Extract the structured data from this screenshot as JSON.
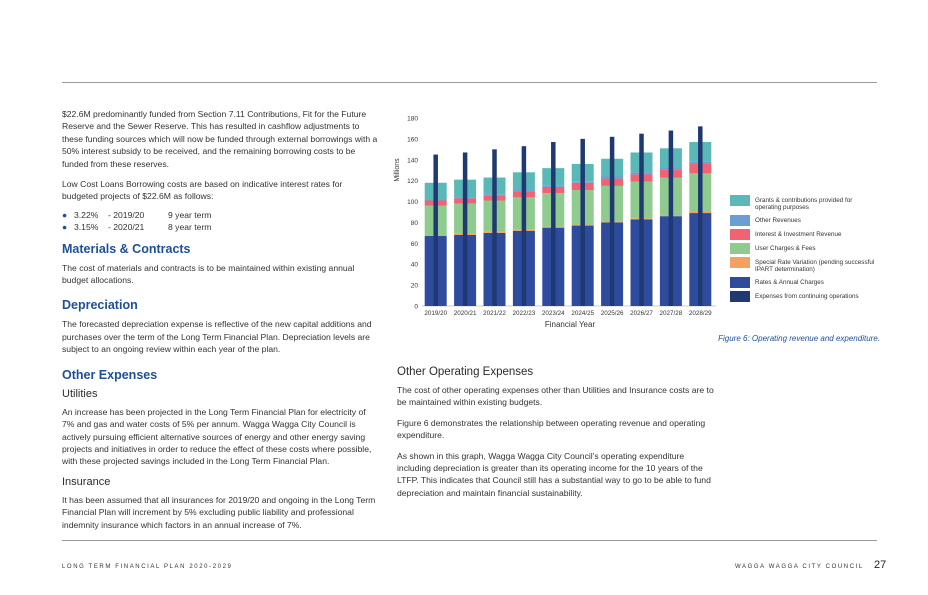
{
  "intro": {
    "para1": "$22.6M predominantly funded from Section 7.11 Contributions, Fit for the Future Reserve and the Sewer Reserve. This has resulted in cashflow adjustments to these funding sources which will now be funded through external borrowings with a 50% interest subsidy to be received, and the remaining borrowing costs to be funded from these reserves.",
    "para2": "Low Cost Loans Borrowing costs are based on indicative interest rates for budgeted projects of $22.6M as follows:",
    "rates": [
      {
        "rate": "3.22%",
        "period": "- 2019/20",
        "term": "9 year term"
      },
      {
        "rate": "3.15%",
        "period": "- 2020/21",
        "term": "8 year term"
      }
    ]
  },
  "materials": {
    "heading": "Materials & Contracts",
    "text": "The cost of materials and contracts is to be maintained within existing annual budget allocations."
  },
  "depreciation": {
    "heading": "Depreciation",
    "text": "The forecasted depreciation expense is reflective of the new capital additions and purchases over the term of the Long Term Financial Plan. Depreciation levels are subject to an ongoing review within each year of the plan."
  },
  "other_expenses": {
    "heading": "Other Expenses",
    "utilities_heading": "Utilities",
    "utilities_text": "An increase has been projected in the Long Term Financial Plan for electricity of 7% and gas and water costs of 5% per annum. Wagga Wagga City Council is actively pursuing efficient alternative sources of energy and other energy saving projects and initiatives in order to reduce the effect of these costs where possible, with these projected savings included in the Long Term Financial Plan.",
    "insurance_heading": "Insurance",
    "insurance_text": "It has been assumed that all insurances for 2019/20 and ongoing in the Long Term Financial Plan will increment by 5% excluding public liability and professional indemnity insurance which factors in an annual increase of 7%."
  },
  "other_operating": {
    "heading": "Other Operating Expenses",
    "para1": "The cost of other operating expenses other than Utilities and Insurance costs are to be maintained within existing budgets.",
    "para2": "Figure 6 demonstrates the relationship between operating revenue and operating expenditure.",
    "para3": "As shown in this graph, Wagga Wagga City Council's operating expenditure including depreciation is greater than its operating income for the 10 years of the LTFP. This indicates that Council still has a substantial way to go to be able to fund depreciation and maintain financial sustainability."
  },
  "caption": "Figure 6: Operating revenue and expenditure.",
  "footer": {
    "left": "LONG TERM FINANCIAL PLAN 2020-2029",
    "right": "WAGGA WAGGA CITY COUNCIL",
    "page": "27"
  },
  "chart_data": {
    "type": "bar",
    "ylabel": "Millions",
    "xlabel": "Financial Year",
    "ylim": [
      0,
      180
    ],
    "yticks": [
      0,
      20,
      40,
      60,
      80,
      100,
      120,
      140,
      160,
      180
    ],
    "grid": false,
    "legend_position": "right",
    "categories": [
      "2019/20",
      "2020/21",
      "2021/22",
      "2022/23",
      "2023/24",
      "2024/25",
      "2025/26",
      "2026/27",
      "2027/28",
      "2028/29"
    ],
    "revenue_series": [
      {
        "name": "Rates & Annual Charges",
        "color": "#2f4b9e",
        "values": [
          67,
          68,
          70,
          72,
          75,
          77,
          80,
          83,
          86,
          89
        ]
      },
      {
        "name": "Special Rate Variation (pending successful IPART determination)",
        "color": "#f3a060",
        "values": [
          1,
          1,
          1,
          1,
          1,
          1,
          1,
          1,
          1,
          1
        ]
      },
      {
        "name": "User Charges & Fees",
        "color": "#8fcb8f",
        "values": [
          28,
          29,
          30,
          31,
          32,
          33,
          34,
          35,
          36,
          37
        ]
      },
      {
        "name": "Interest & Investment Revenue",
        "color": "#ef6374",
        "values": [
          5,
          5,
          5,
          6,
          6,
          7,
          7,
          7,
          8,
          9
        ]
      },
      {
        "name": "Other Revenues",
        "color": "#6a9fd4",
        "values": [
          1,
          1,
          1,
          1,
          1,
          1,
          2,
          2,
          2,
          2
        ]
      },
      {
        "name": "Grants & contributions provided for operating purposes",
        "color": "#5bb8b8",
        "values": [
          16,
          17,
          16,
          17,
          17,
          17,
          17,
          19,
          18,
          19
        ]
      }
    ],
    "expense_series": {
      "name": "Expenses from continuing operations",
      "color": "#1f3a70",
      "values": [
        145,
        147,
        150,
        153,
        157,
        160,
        162,
        165,
        168,
        172
      ]
    },
    "legend_order": [
      "Grants & contributions provided for operating purposes",
      "Other Revenues",
      "Interest & Investment Revenue",
      "User Charges & Fees",
      "Special Rate Variation (pending successful IPART determination)",
      "Rates & Annual Charges",
      "Expenses from continuing operations"
    ]
  }
}
